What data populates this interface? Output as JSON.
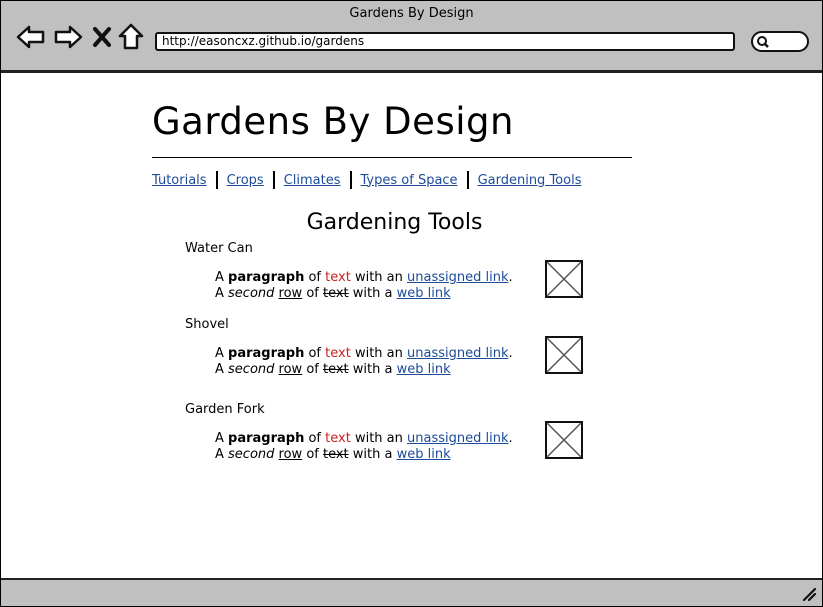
{
  "window": {
    "title": "Gardens By Design"
  },
  "browser": {
    "url": "http://easoncxz.github.io/gardens"
  },
  "page": {
    "heading": "Gardens By Design",
    "nav": [
      "Tutorials",
      "Crops",
      "Climates",
      "Types of Space",
      "Gardening Tools"
    ],
    "section_title": "Gardening Tools",
    "items": [
      {
        "title": "Water Can"
      },
      {
        "title": "Shovel"
      },
      {
        "title": "Garden Fork"
      }
    ],
    "paragraph": {
      "l1_a": "A ",
      "l1_bold": "paragraph",
      "l1_b": " of ",
      "l1_red": "text",
      "l1_c": " with an ",
      "l1_link": "unassigned link",
      "l1_d": ".",
      "l2_a": "A ",
      "l2_italic": "second",
      "l2_b": " ",
      "l2_underline": "row",
      "l2_c": " of ",
      "l2_strike": "text",
      "l2_d": " with a ",
      "l2_link": "web link"
    }
  },
  "icons": {
    "back": "back-arrow-icon",
    "forward": "forward-arrow-icon",
    "stop": "close-icon",
    "home": "home-icon",
    "search": "search-icon",
    "resize": "resize-grip-icon",
    "image": "image-placeholder-icon"
  }
}
